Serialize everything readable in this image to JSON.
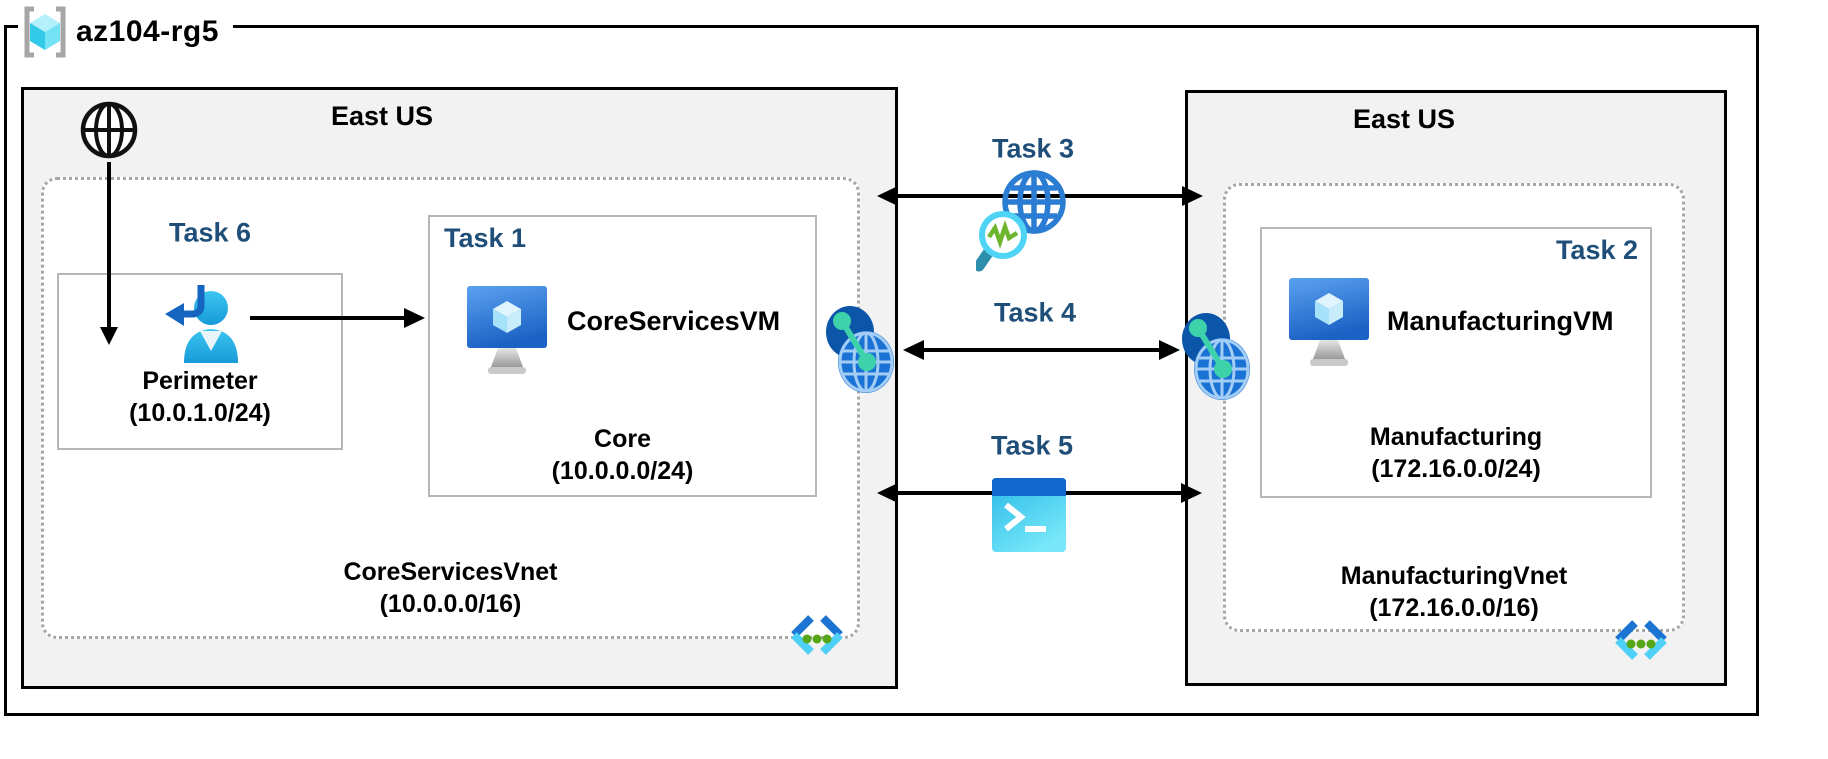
{
  "resource_group": {
    "label": "az104-rg5"
  },
  "left_region": {
    "title": "East US",
    "task6_label": "Task 6",
    "perimeter_subnet": {
      "name": "Perimeter",
      "cidr": "(10.0.1.0/24)"
    },
    "task1_label": "Task 1",
    "core_subnet": {
      "vm_name": "CoreServicesVM",
      "name": "Core",
      "cidr": "(10.0.0.0/24)"
    },
    "vnet": {
      "name": "CoreServicesVnet",
      "cidr": "(10.0.0.0/16)"
    }
  },
  "right_region": {
    "title": "East US",
    "task2_label": "Task 2",
    "manufacturing_subnet": {
      "vm_name": "ManufacturingVM",
      "name": "Manufacturing",
      "cidr": "(172.16.0.0/24)"
    },
    "vnet": {
      "name": "ManufacturingVnet",
      "cidr": "(172.16.0.0/16)"
    }
  },
  "connections": {
    "task3_label": "Task 3",
    "task4_label": "Task 4",
    "task5_label": "Task 5"
  },
  "icons": {
    "resource_group": "resource-group-brackets-cube-icon",
    "internet": "internet-globe-icon",
    "perimeter": "user-entry-icon",
    "vm": "virtual-machine-icon",
    "peering": "vnet-peering-globe-icon",
    "task3": "network-watcher-icon",
    "task5": "cloud-shell-icon",
    "vnet": "virtual-network-brackets-icon"
  },
  "colors": {
    "task_label": "#1f4e79",
    "region_fill": "#f2f2f2",
    "region_border": "#000000",
    "vnet_dotted_border": "#a6a6a6",
    "subnet_border": "#b7b7b7",
    "arrow": "#000000",
    "azure_blue": "#2b7cd3",
    "cyan_accent": "#4fd0f7",
    "green_accent": "#57a618",
    "teal_green": "#3ed2ab"
  }
}
